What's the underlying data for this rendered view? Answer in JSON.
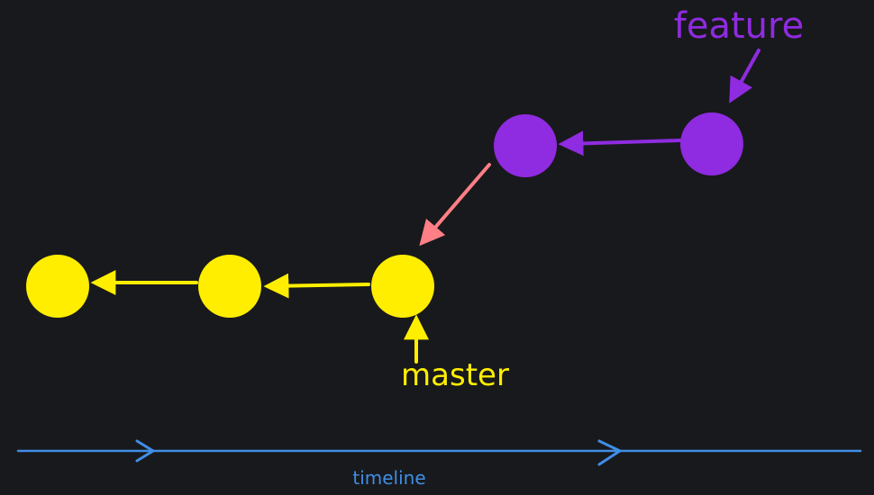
{
  "labels": {
    "feature": "feature",
    "master": "master",
    "timeline": "timeline"
  },
  "colors": {
    "background": "#18191c",
    "master": "#ffee00",
    "feature": "#8f2be0",
    "merge_base_arrow": "#ff7f86",
    "timeline": "#3f8ee6"
  },
  "commits": {
    "master": [
      "master-commit-1",
      "master-commit-2",
      "master-commit-3"
    ],
    "feature": [
      "feature-commit-1",
      "feature-commit-2"
    ]
  }
}
